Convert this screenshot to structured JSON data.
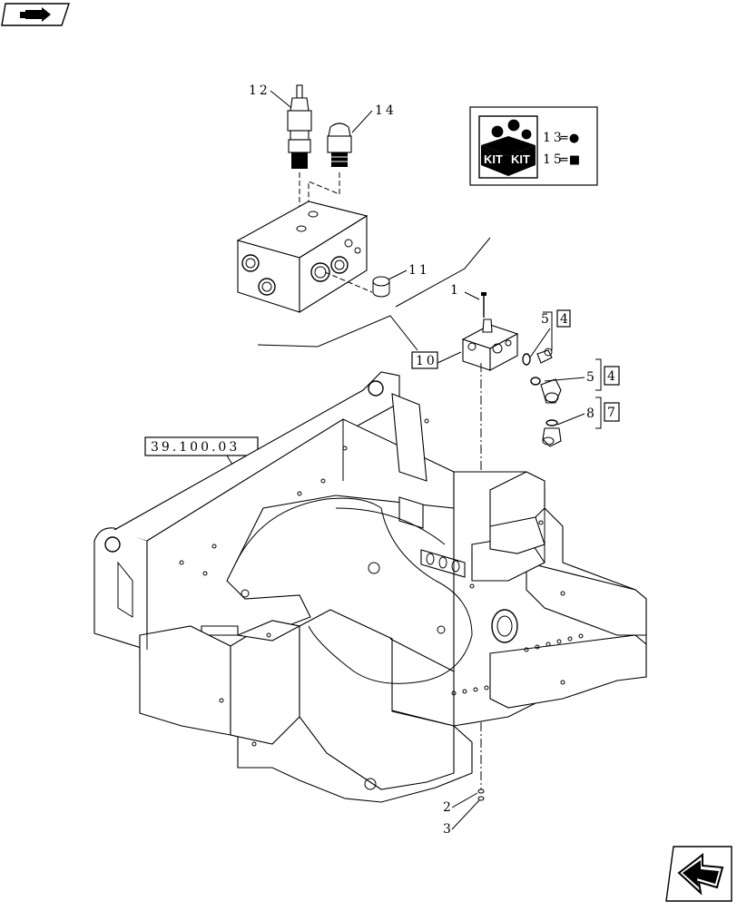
{
  "labels": {
    "item_1": "1",
    "item_2": "2",
    "item_3": "3",
    "item_5a": "5",
    "item_4a": "4",
    "item_5b": "5",
    "item_4b": "4",
    "item_8": "8",
    "item_7": "7",
    "item_10": "10",
    "item_11": "11",
    "item_12": "12",
    "item_14": "14",
    "ref_section": "39.100.03"
  },
  "kit_box": {
    "kit_text_left": "KIT",
    "kit_text_right": "KIT",
    "legend": [
      {
        "number": "13",
        "symbol": "=●"
      },
      {
        "number": "15",
        "symbol": "=■"
      }
    ]
  },
  "nav": {
    "top_left_icon": "book-with-arrow-icon",
    "bottom_right_icon": "next-page-arrow-icon"
  }
}
